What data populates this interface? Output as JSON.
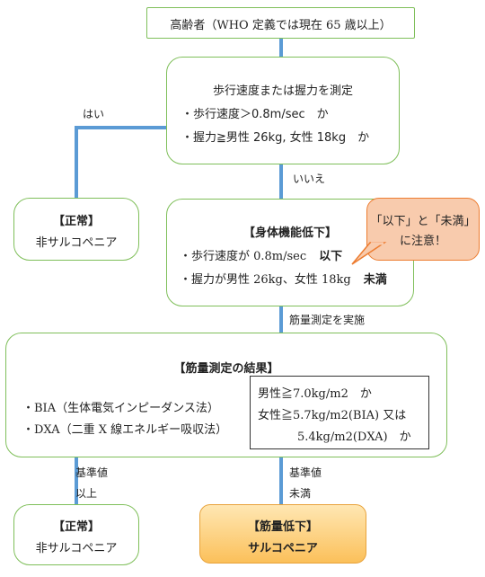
{
  "top_box": {
    "text": "高齢者（WHO 定義では現在 65 歳以上）"
  },
  "measure_box": {
    "title": "歩行速度または握力を測定",
    "line1": "・歩行速度＞0.8m/sec　か",
    "line2": "・握力≧男性 26kg, 女性 18kg　か"
  },
  "edge_labels": {
    "yes": "はい",
    "no": "いいえ",
    "do_muscle": "筋量測定を実施",
    "std_above_1": "基準値",
    "std_above_2": "以上",
    "std_below_1": "基準値",
    "std_below_2": "未満"
  },
  "normal_box_1": {
    "title": "【正常】",
    "body": "非サルコペニア"
  },
  "function_box": {
    "title": "【身体機能低下】",
    "line1_main": "・歩行速度が 0.8m/sec",
    "line1_emph": "以下",
    "line2_main": "・握力が男性 26kg、女性 18kg",
    "line2_emph": "未満"
  },
  "callout": {
    "line1": "「以下」と「未満」",
    "line2": "に注意！"
  },
  "muscle_box": {
    "title": "【筋量測定の結果】",
    "bia": "・BIA（生体電気インピーダンス法）",
    "dxa": "・DXA（二重 X 線エネルギー吸収法）",
    "criteria": {
      "line1": "男性≧7.0kg/m2　か",
      "line2": "女性≧5.7kg/m2(BIA)  又は",
      "line3": "5.4kg/m2(DXA)　か"
    }
  },
  "normal_box_2": {
    "title": "【正常】",
    "body": "非サルコペニア"
  },
  "final_box": {
    "title": "【筋量低下】",
    "body": "サルコペニア"
  },
  "colors": {
    "connector": "#5b9bd5",
    "box_border": "#7fbf5a",
    "callout_fill": "#f8cbad",
    "callout_border": "#ed7d31",
    "final_fill": "#fbc05a"
  }
}
